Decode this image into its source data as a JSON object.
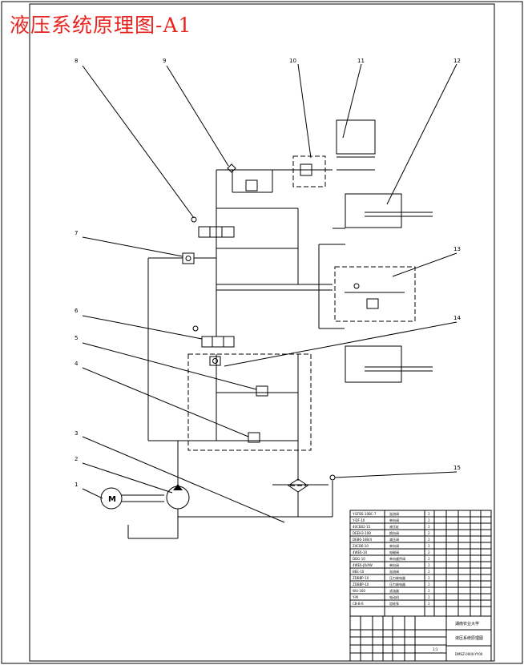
{
  "title": "液压系统原理图-A1",
  "motor_symbol": "M",
  "callouts": [
    "1",
    "2",
    "3",
    "4",
    "5",
    "6",
    "7",
    "8",
    "9",
    "10",
    "11",
    "12",
    "13",
    "14",
    "15"
  ],
  "title_block": {
    "school": "湖南农业大学",
    "drawing_name": "液压系统原理图",
    "drawing_no": "DMSZ-0000-YY00",
    "scale": "1:1",
    "parts_rows": [
      {
        "code": "Y-EFBS-10BC-7",
        "name": "溢流阀",
        "qty": "1"
      },
      {
        "code": "Y-DF-10",
        "name": "单向阀",
        "qty": "1"
      },
      {
        "code": "40CB02-15",
        "name": "液压缸",
        "qty": "1"
      },
      {
        "code": "DEEH3-10B",
        "name": "换向阀",
        "qty": "2"
      },
      {
        "code": "DEB6-16B/4",
        "name": "减压阀",
        "qty": "1"
      },
      {
        "code": "Z4CB6-10",
        "name": "单向阀",
        "qty": "1"
      },
      {
        "code": "4WE6-10",
        "name": "电磁阀",
        "qty": "2"
      },
      {
        "code": "DDG-10",
        "name": "单向顺序阀",
        "qty": "1"
      },
      {
        "code": "4WE6-J0/AW",
        "name": "单向阀",
        "qty": "1"
      },
      {
        "code": "BEE-10",
        "name": "溢流阀",
        "qty": "1"
      },
      {
        "code": "ZDBBP-10",
        "name": "压力继电器",
        "qty": "1"
      },
      {
        "code": "ZDBBP-10",
        "name": "压力继电器",
        "qty": "1"
      },
      {
        "code": "WU-160",
        "name": "滤油器",
        "qty": "1"
      },
      {
        "code": "Y-M",
        "name": "电动机",
        "qty": "1"
      },
      {
        "code": "CB-B-6",
        "name": "齿轮泵",
        "qty": "1"
      }
    ]
  }
}
